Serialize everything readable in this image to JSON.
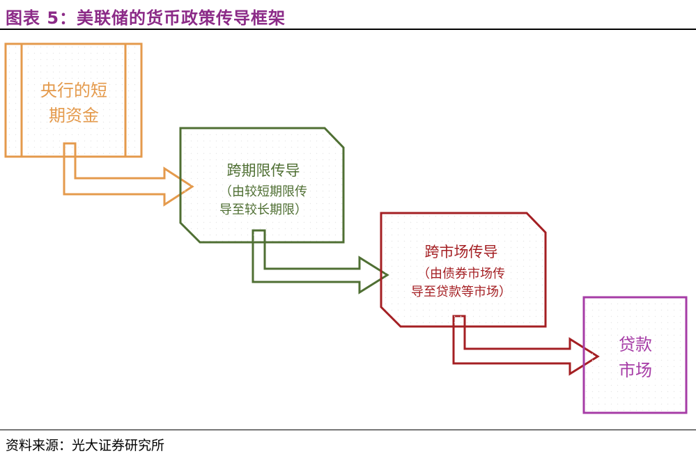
{
  "title": "图表 5：美联储的货币政策传导框架",
  "source": "资料来源：光大证券研究所",
  "colors": {
    "title": "#8b2a87",
    "orange": "#e49a4c",
    "green": "#4f6f33",
    "red": "#a41f23",
    "purple": "#a63ca6"
  },
  "nodes": {
    "central_bank": {
      "lines": [
        "央行的短",
        "期资金"
      ]
    },
    "cross_term": {
      "lines": [
        "跨期限传导",
        "（由较短期限传",
        "导至较长期限）"
      ]
    },
    "cross_market": {
      "lines": [
        "跨市场传导",
        "（由债券市场传",
        "导至贷款等市场）"
      ]
    },
    "loan_market": {
      "lines": [
        "贷款",
        "市场"
      ]
    }
  }
}
